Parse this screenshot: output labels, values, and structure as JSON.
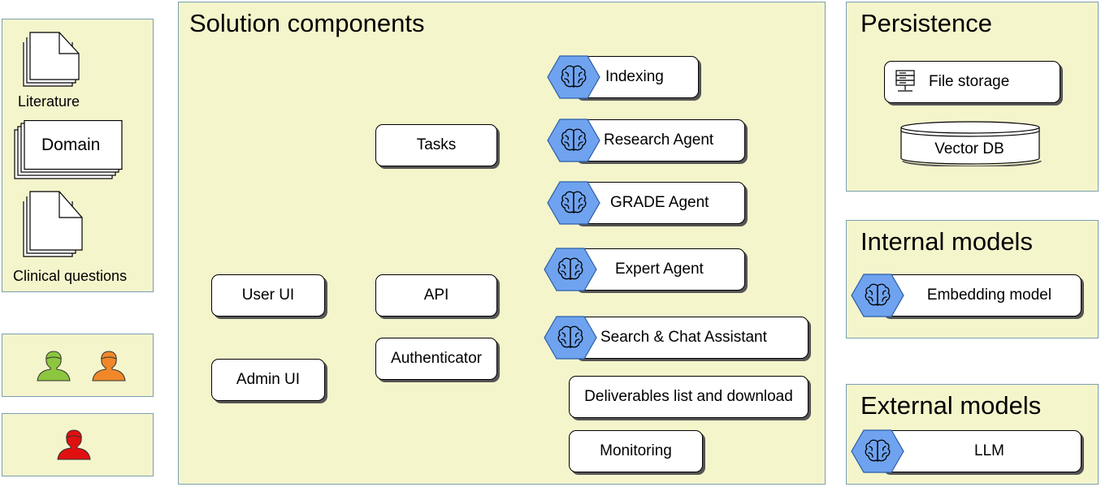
{
  "inputs": {
    "literature_label": "Literature",
    "domain_label": "Domain",
    "clinical_label": "Clinical questions"
  },
  "solution": {
    "title": "Solution components",
    "user_ui": "User UI",
    "admin_ui": "Admin UI",
    "tasks": "Tasks",
    "api": "API",
    "authenticator": "Authenticator",
    "indexing": "Indexing",
    "research_agent": "Research Agent",
    "grade_agent": "GRADE Agent",
    "expert_agent": "Expert Agent",
    "search_chat": "Search & Chat Assistant",
    "deliverables": "Deliverables list and download",
    "monitoring": "Monitoring"
  },
  "persistence": {
    "title": "Persistence",
    "file_storage": "File storage",
    "vector_db": "Vector DB"
  },
  "internal_models": {
    "title": "Internal models",
    "embedding_model": "Embedding model"
  },
  "external_models": {
    "title": "External models",
    "llm": "LLM"
  },
  "colors": {
    "panel_fill": "#f5f5cc",
    "panel_border": "#7a9fb0",
    "hex_fill": "#6fa3ef",
    "user_green": "#8cc63f",
    "user_orange": "#f0882a",
    "user_red": "#e01010"
  },
  "icons": [
    "document-stack-icon",
    "brain-icon",
    "server-icon",
    "database-icon",
    "user-icon"
  ]
}
